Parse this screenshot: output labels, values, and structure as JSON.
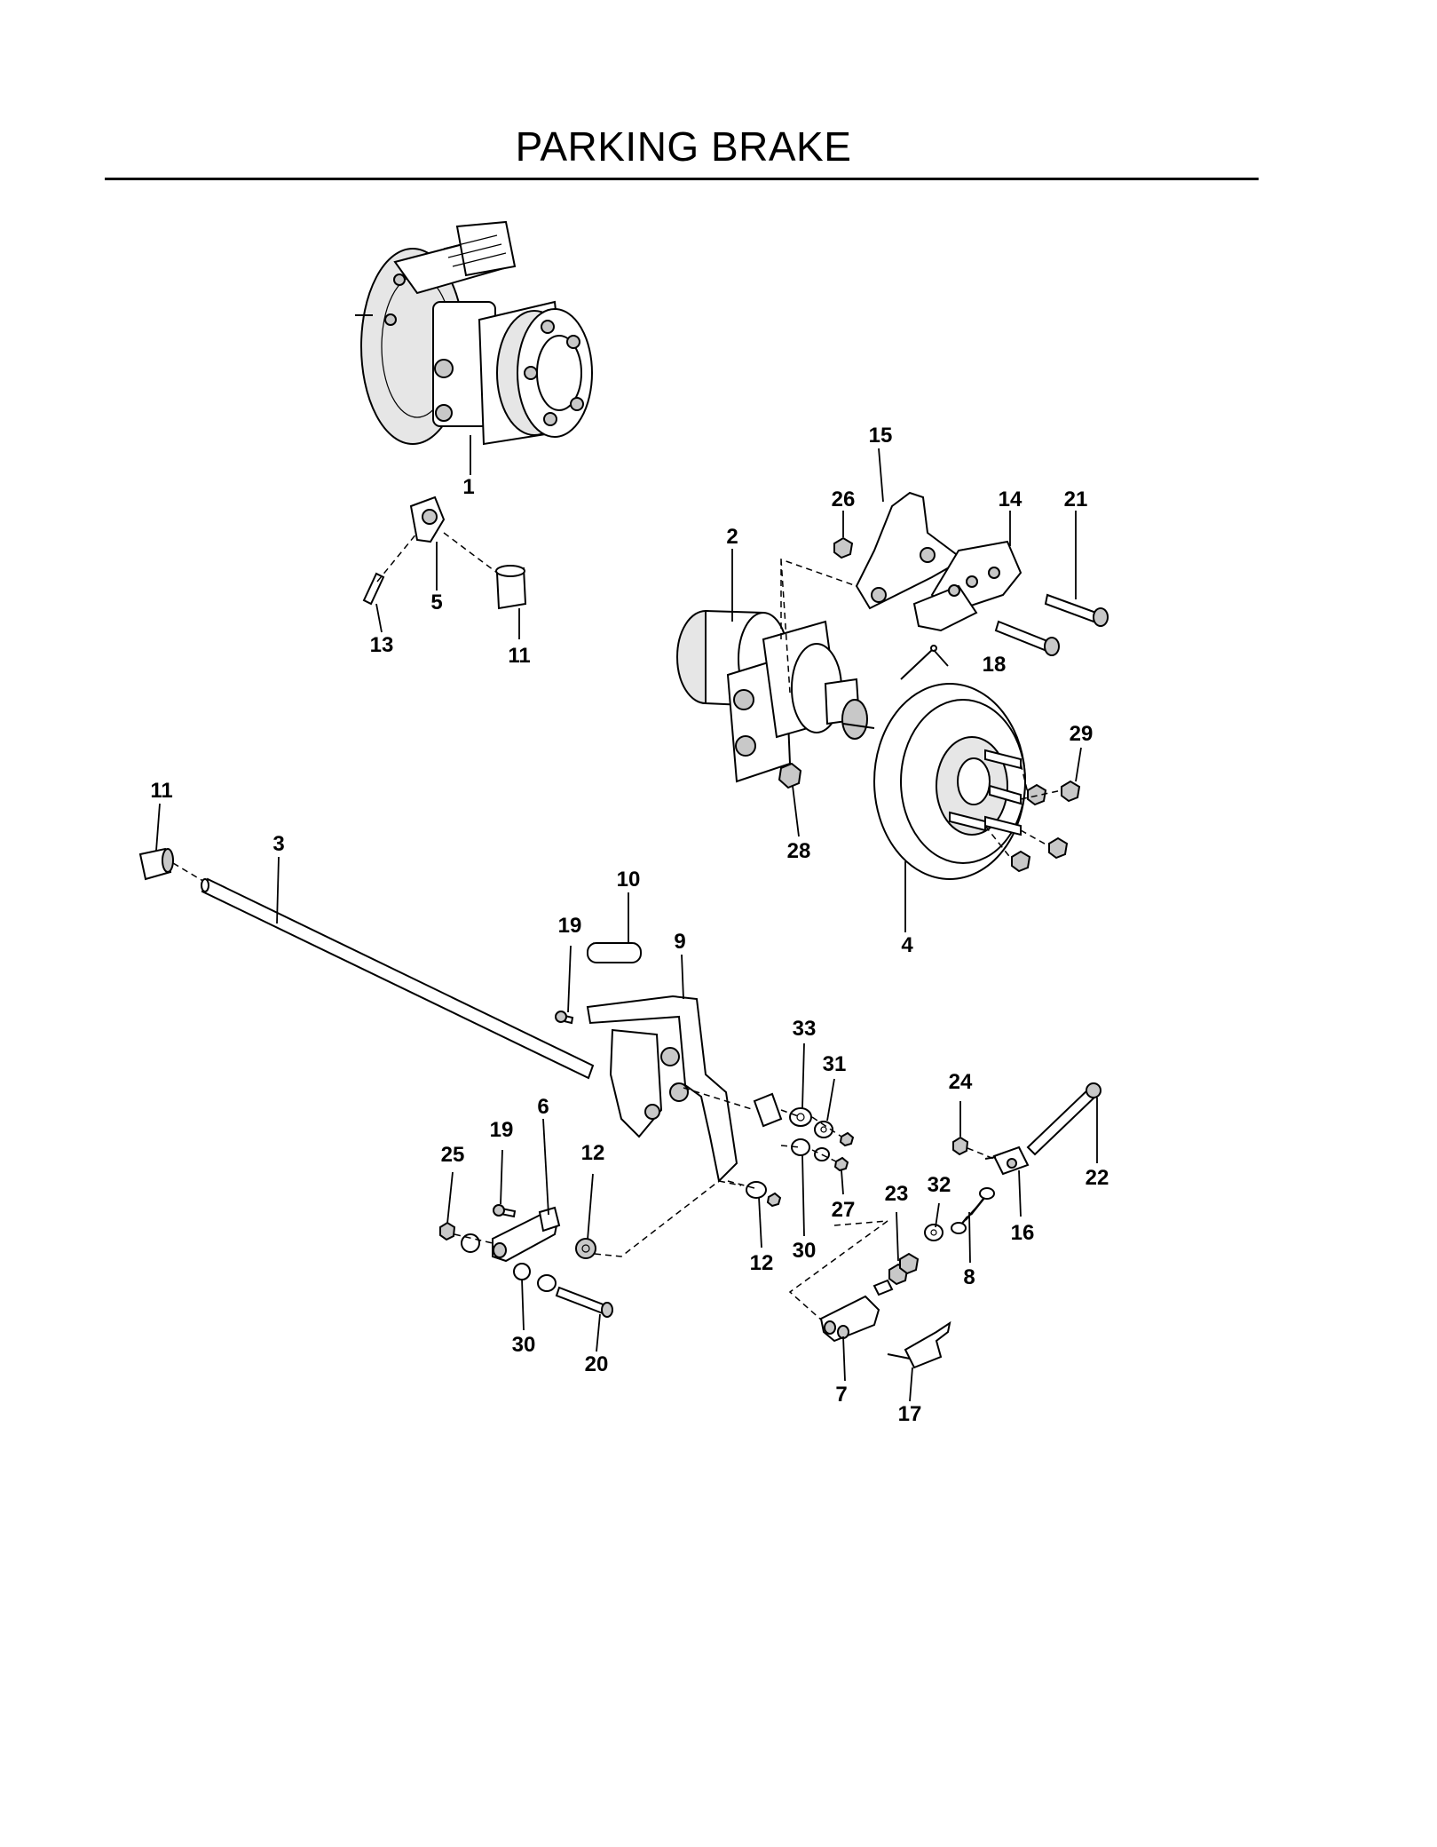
{
  "title": "PARKING BRAKE",
  "callouts": [
    {
      "id": "c1",
      "text": "1"
    },
    {
      "id": "c2",
      "text": "2"
    },
    {
      "id": "c3",
      "text": "3"
    },
    {
      "id": "c4",
      "text": "4"
    },
    {
      "id": "c5",
      "text": "5"
    },
    {
      "id": "c6",
      "text": "6"
    },
    {
      "id": "c7",
      "text": "7"
    },
    {
      "id": "c8",
      "text": "8"
    },
    {
      "id": "c9",
      "text": "9"
    },
    {
      "id": "c10",
      "text": "10"
    },
    {
      "id": "c11a",
      "text": "11"
    },
    {
      "id": "c11b",
      "text": "11"
    },
    {
      "id": "c12a",
      "text": "12"
    },
    {
      "id": "c12b",
      "text": "12"
    },
    {
      "id": "c13",
      "text": "13"
    },
    {
      "id": "c14",
      "text": "14"
    },
    {
      "id": "c15",
      "text": "15"
    },
    {
      "id": "c16",
      "text": "16"
    },
    {
      "id": "c17",
      "text": "17"
    },
    {
      "id": "c18",
      "text": "18"
    },
    {
      "id": "c19a",
      "text": "19"
    },
    {
      "id": "c19b",
      "text": "19"
    },
    {
      "id": "c20",
      "text": "20"
    },
    {
      "id": "c21",
      "text": "21"
    },
    {
      "id": "c22",
      "text": "22"
    },
    {
      "id": "c23",
      "text": "23"
    },
    {
      "id": "c24",
      "text": "24"
    },
    {
      "id": "c25",
      "text": "25"
    },
    {
      "id": "c26",
      "text": "26"
    },
    {
      "id": "c27",
      "text": "27"
    },
    {
      "id": "c28",
      "text": "28"
    },
    {
      "id": "c29",
      "text": "29"
    },
    {
      "id": "c30a",
      "text": "30"
    },
    {
      "id": "c30b",
      "text": "30"
    },
    {
      "id": "c31",
      "text": "31"
    },
    {
      "id": "c32",
      "text": "32"
    },
    {
      "id": "c33",
      "text": "33"
    }
  ]
}
